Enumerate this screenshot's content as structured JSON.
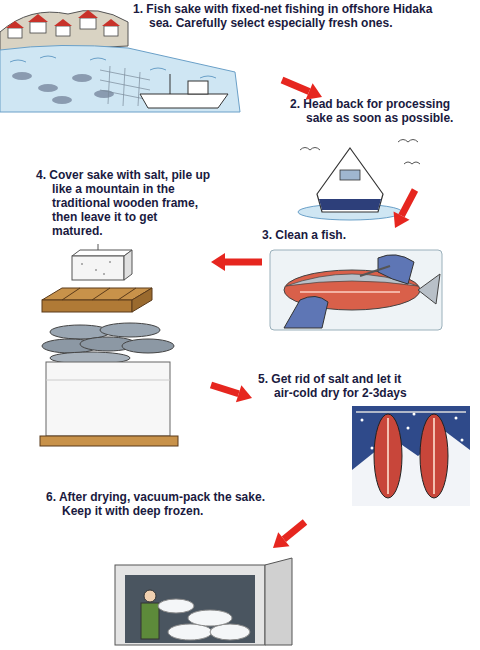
{
  "diagram": {
    "nodes": [
      {
        "text": [
          "1. Fish sake with fixed-net fishing in offshore Hidaka sea. Carefully select especially fresh ones."
        ]
      },
      {
        "text": [
          "2. Head back for processing sake as soon as possible."
        ]
      },
      {
        "text": [
          "3. Clean a fish."
        ]
      },
      {
        "text": [
          "4. Cover sake with salt, pile up like a mountain in the traditional wooden frame, then leave it to get matured."
        ]
      },
      {
        "text": [
          "5. Get rid of salt and let it air-cold dry for 2-3days"
        ]
      },
      {
        "text": [
          "6. After drying, vacuum-pack the sake. Keep it with deep frozen."
        ]
      }
    ],
    "edges": [
      {
        "from": 0,
        "to": 1,
        "arrow": "to"
      },
      {
        "from": 1,
        "to": 2,
        "arrow": "to"
      },
      {
        "from": 2,
        "to": 3,
        "arrow": "to"
      },
      {
        "from": 3,
        "to": 4,
        "arrow": "to"
      },
      {
        "from": 4,
        "to": 5,
        "arrow": "to"
      }
    ]
  }
}
